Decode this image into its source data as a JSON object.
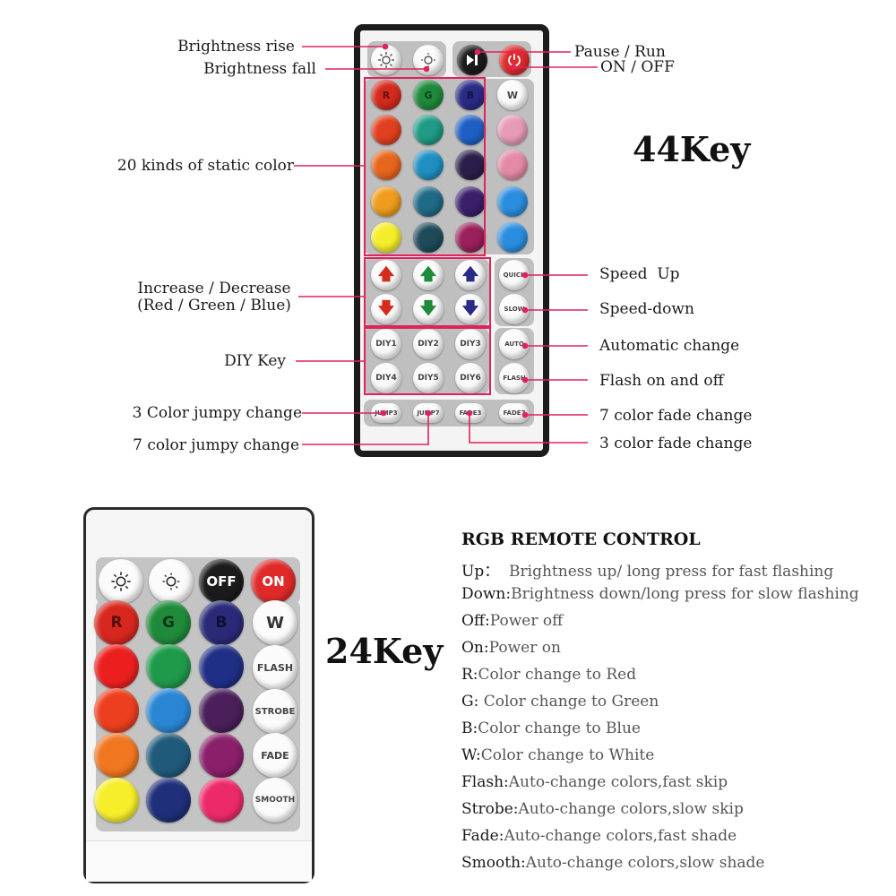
{
  "remote44": {
    "title": "44Key",
    "labels": {
      "brightness_rise": "Brightness rise",
      "brightness_fall": "Brightness fall",
      "pause_run": "Pause / Run",
      "on_off": "ON / OFF",
      "static_color": "20 kinds of static color",
      "inc_dec_1": "Increase / Decrease",
      "inc_dec_2": "(Red / Green / Blue)",
      "diy_key": "DIY Key",
      "jumpy3": "3 Color jumpy change",
      "jumpy7": "7 color jumpy change",
      "speed_up": "Speed  Up",
      "speed_down": "Speed-down",
      "auto_change": "Automatic change",
      "flash": "Flash on and off",
      "fade7": "7 color fade change",
      "fade3": "3 color fade change"
    },
    "buttons": {
      "r": "R",
      "g": "G",
      "b": "B",
      "w": "W",
      "quick": "QUICK",
      "slow": "SLOW",
      "auto": "AUTO",
      "flash": "FLASH",
      "diy1": "DIY1",
      "diy2": "DIY2",
      "diy3": "DIY3",
      "diy4": "DIY4",
      "diy5": "DIY5",
      "diy6": "DIY6",
      "jump3": "JUMP3",
      "jump7": "JUMP7",
      "fade3": "FADE3",
      "fade7": "FADE7"
    },
    "colors": [
      [
        "#d52a1e",
        "#1f8a3a",
        "#2a2b86",
        "#fbfbfb"
      ],
      [
        "#e0401f",
        "#1f9a86",
        "#1f5fc4",
        "#e79ab8"
      ],
      [
        "#e7661d",
        "#1f8fc2",
        "#2a1f4a",
        "#e48aa6"
      ],
      [
        "#ee9c1d",
        "#1f6a86",
        "#3a1f6a",
        "#2a8ee0"
      ],
      [
        "#f4ee2a",
        "#1f4a5a",
        "#9a1f5a",
        "#2a8ee0"
      ]
    ]
  },
  "remote24": {
    "title": "24Key",
    "buttons": {
      "off": "OFF",
      "on": "ON",
      "r": "R",
      "g": "G",
      "b": "B",
      "w": "W",
      "flash": "FLASH",
      "strobe": "STROBE",
      "fade": "FADE",
      "smooth": "SMOOTH"
    },
    "colors": [
      [
        "#d8271e",
        "#1f8a3a",
        "#2a2a78"
      ],
      [
        "#ec1f1f",
        "#1f9a4a",
        "#1f2f86"
      ],
      [
        "#ec3f1f",
        "#2a86d4",
        "#4a1f5a"
      ],
      [
        "#f0761f",
        "#1f5a7a",
        "#8a1f6a"
      ],
      [
        "#f6ee2a",
        "#1f2f7a",
        "#ec2a6a"
      ]
    ]
  },
  "description": {
    "title": "RGB REMOTE CONTROL",
    "items": [
      {
        "key": "Up：",
        "text": "  Brightness up/ long press for fast flashing"
      },
      {
        "key": "Down:",
        "text": "Brightness down/long press for slow flashing"
      },
      {
        "key": "Off:",
        "text": "Power off"
      },
      {
        "key": "On:",
        "text": "Power on"
      },
      {
        "key": "R:",
        "text": "Color change to Red"
      },
      {
        "key": "G:",
        "text": " Color change to Green"
      },
      {
        "key": "B:",
        "text": "Color change to Blue"
      },
      {
        "key": "W:",
        "text": "Color change to White"
      },
      {
        "key": "Flash:",
        "text": "Auto-change colors,fast skip"
      },
      {
        "key": "Strobe:",
        "text": "Auto-change colors,slow skip"
      },
      {
        "key": "Fade:",
        "text": "Auto-change colors,fast shade"
      },
      {
        "key": "Smooth:",
        "text": "Auto-change colors,slow shade"
      }
    ]
  },
  "accent": "#e0235b"
}
